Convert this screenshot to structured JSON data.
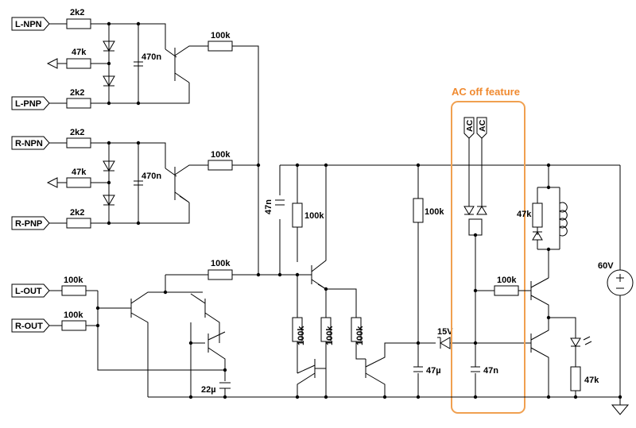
{
  "ports": {
    "l_npn": "L-NPN",
    "l_pnp": "L-PNP",
    "r_npn": "R-NPN",
    "r_pnp": "R-PNP",
    "l_out": "L-OUT",
    "r_out": "R-OUT",
    "ac1": "AC",
    "ac2": "AC"
  },
  "values": {
    "r_2k2_1": "2k2",
    "r_47k_1": "47k",
    "r_2k2_2": "2k2",
    "c_470n_1": "470n",
    "r_100k_top": "100k",
    "r_2k2_3": "2k2",
    "r_47k_2": "47k",
    "r_2k2_4": "2k2",
    "c_470n_2": "470n",
    "r_100k_mid": "100k",
    "r_100k_low": "100k",
    "r_100k_lout": "100k",
    "r_100k_rout": "100k",
    "c_47n_left": "47n",
    "r_100k_vert": "100k",
    "r_100k_a": "100k",
    "r_100k_b": "100k",
    "r_100k_c": "100k",
    "r_100k_right": "100k",
    "c_22u": "22µ",
    "zener_15v": "15V",
    "c_47u": "47µ",
    "c_47n_ac": "47n",
    "r_100k_ac": "100k",
    "r_47k_coil": "47k",
    "r_47k_led": "47k",
    "supply": "60V"
  },
  "annotation": {
    "ac_title": "AC off feature",
    "accent": "#f08a30"
  }
}
